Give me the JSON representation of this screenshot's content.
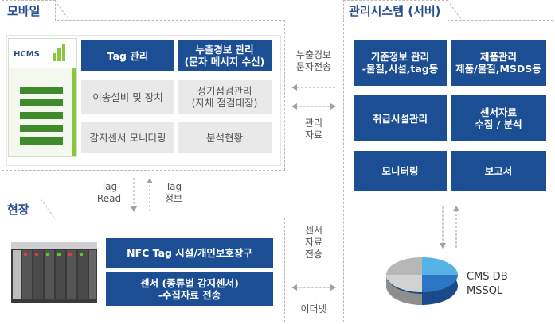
{
  "sections": {
    "mobile": "모바일",
    "server": "관리시스템 (서버)",
    "field": "현장"
  },
  "mobile_screen": {
    "logo": "HCMS"
  },
  "mobile_boxes": {
    "tag": "Tag 관리",
    "leak": "누출경보 관리\n(문자 메시지 수신)",
    "equipment": "이송설비 및 장치",
    "inspection": "정기점검관리\n(자체 점검대장)",
    "sensor_monitor": "감지센서 모니터링",
    "analysis": "분석현황"
  },
  "server_boxes": {
    "base_info": "기준정보 관리\n-물질,시설,tag등",
    "product": "제품관리\n제품/물질,MSDS등",
    "facility": "취급시설관리",
    "sensor_collect": "센서자료\n수집 / 분석",
    "monitoring": "모니터링",
    "report": "보고서"
  },
  "field_boxes": {
    "nfc": "NFC Tag 시설/개인보호장구",
    "sensor": "센서 (종류별 감지센서)\n-수집자료 전송"
  },
  "flows": {
    "leak_sms": "누출경보\n문자전송",
    "manage_data": "관리\n자료",
    "tag_read": "Tag\nRead",
    "tag_info": "Tag\n정보",
    "sensor_data": "센서\n자료\n전송",
    "ethernet": "이더넷"
  },
  "database": {
    "name": "CMS DB",
    "engine": "MSSQL"
  },
  "colors": {
    "box_blue": "#1c4e94",
    "box_gray": "#e9e9e9",
    "accent_green": "#8cc63f"
  }
}
